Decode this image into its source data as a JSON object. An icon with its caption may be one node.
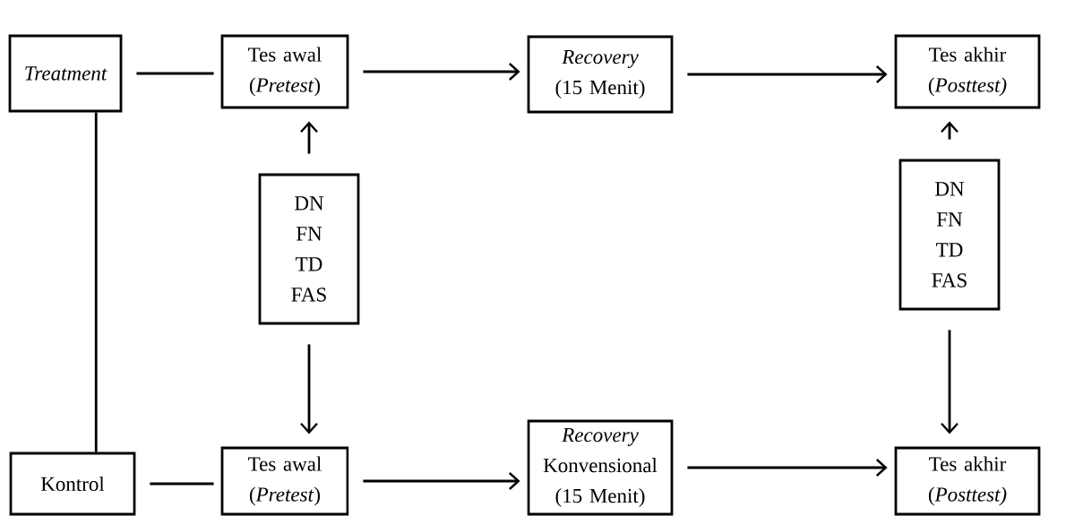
{
  "diagram": {
    "nodes": [
      {
        "text": [
          "Treatment"
        ]
      },
      {
        "text": [
          "Tes awal (*Pretest*)"
        ]
      },
      {
        "text": [
          "*Recovery* (15 Menit)"
        ]
      },
      {
        "text": [
          "Tes akhir (*Posttest)*"
        ]
      },
      {
        "text": [
          "DN FN TD FAS"
        ]
      },
      {
        "text": [
          "DN FN TD FAS"
        ]
      },
      {
        "text": [
          "Kontrol"
        ]
      },
      {
        "text": [
          "Tes awal (*Pretest*)"
        ]
      },
      {
        "text": [
          "*Recovery* Konvensional (15 Menit)"
        ]
      },
      {
        "text": [
          "Tes akhir (*Posttest)*"
        ]
      }
    ],
    "edges": [
      {
        "from": 0,
        "to": 1,
        "arrow": "none"
      },
      {
        "from": 0,
        "to": 6,
        "arrow": "none"
      },
      {
        "from": 6,
        "to": 7,
        "arrow": "none"
      },
      {
        "from": 1,
        "to": 2,
        "arrow": "to"
      },
      {
        "from": 2,
        "to": 3,
        "arrow": "to"
      },
      {
        "from": 4,
        "to": 1,
        "arrow": "to"
      },
      {
        "from": 4,
        "to": 7,
        "arrow": "to"
      },
      {
        "from": 5,
        "to": 3,
        "arrow": "to"
      },
      {
        "from": 5,
        "to": 9,
        "arrow": "to"
      },
      {
        "from": 7,
        "to": 8,
        "arrow": "to"
      },
      {
        "from": 8,
        "to": 9,
        "arrow": "to"
      }
    ]
  }
}
